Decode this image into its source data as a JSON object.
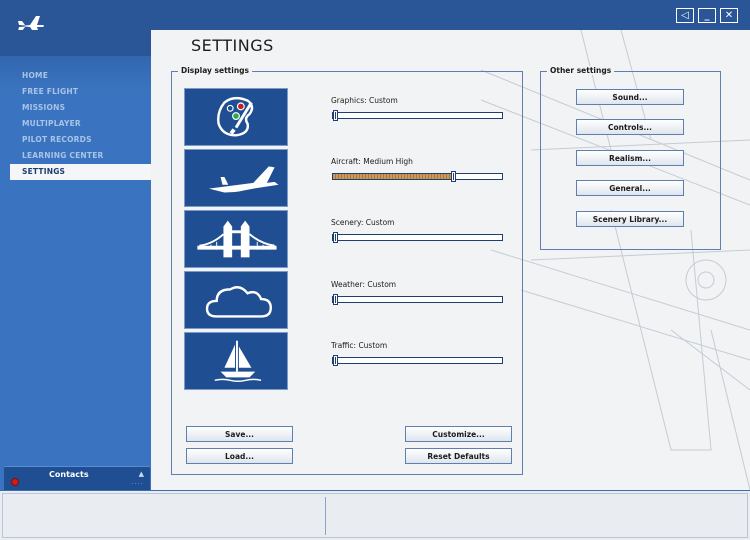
{
  "window": {
    "controls": [
      {
        "name": "back",
        "glyph": "◁"
      },
      {
        "name": "minimize",
        "glyph": "_"
      },
      {
        "name": "close",
        "glyph": "✕"
      }
    ]
  },
  "sidebar": {
    "items": [
      {
        "label": "HOME"
      },
      {
        "label": "FREE FLIGHT"
      },
      {
        "label": "MISSIONS"
      },
      {
        "label": "MULTIPLAYER"
      },
      {
        "label": "PILOT RECORDS"
      },
      {
        "label": "LEARNING CENTER"
      },
      {
        "label": "SETTINGS"
      }
    ],
    "active_index": 6,
    "contacts": {
      "label": "Contacts",
      "status_color": "#d41a1a"
    }
  },
  "page": {
    "title": "SETTINGS"
  },
  "display_settings": {
    "label": "Display settings",
    "rows": [
      {
        "icon": "palette-icon",
        "label": "Graphics: Custom",
        "value": 0
      },
      {
        "icon": "airplane-icon",
        "label": "Aircraft: Medium High",
        "value": 0.72
      },
      {
        "icon": "bridge-icon",
        "label": "Scenery: Custom",
        "value": 0
      },
      {
        "icon": "cloud-icon",
        "label": "Weather: Custom",
        "value": 0
      },
      {
        "icon": "sailboat-icon",
        "label": "Traffic: Custom",
        "value": 0
      }
    ],
    "buttons": {
      "save": "Save...",
      "load": "Load...",
      "customize": "Customize...",
      "reset": "Reset Defaults"
    }
  },
  "other_settings": {
    "label": "Other settings",
    "buttons": [
      "Sound...",
      "Controls...",
      "Realism...",
      "General...",
      "Scenery Library..."
    ]
  },
  "colors": {
    "accent": "#2a5596",
    "tile": "#1f4f92",
    "slider_fill": "#c99a5a"
  }
}
